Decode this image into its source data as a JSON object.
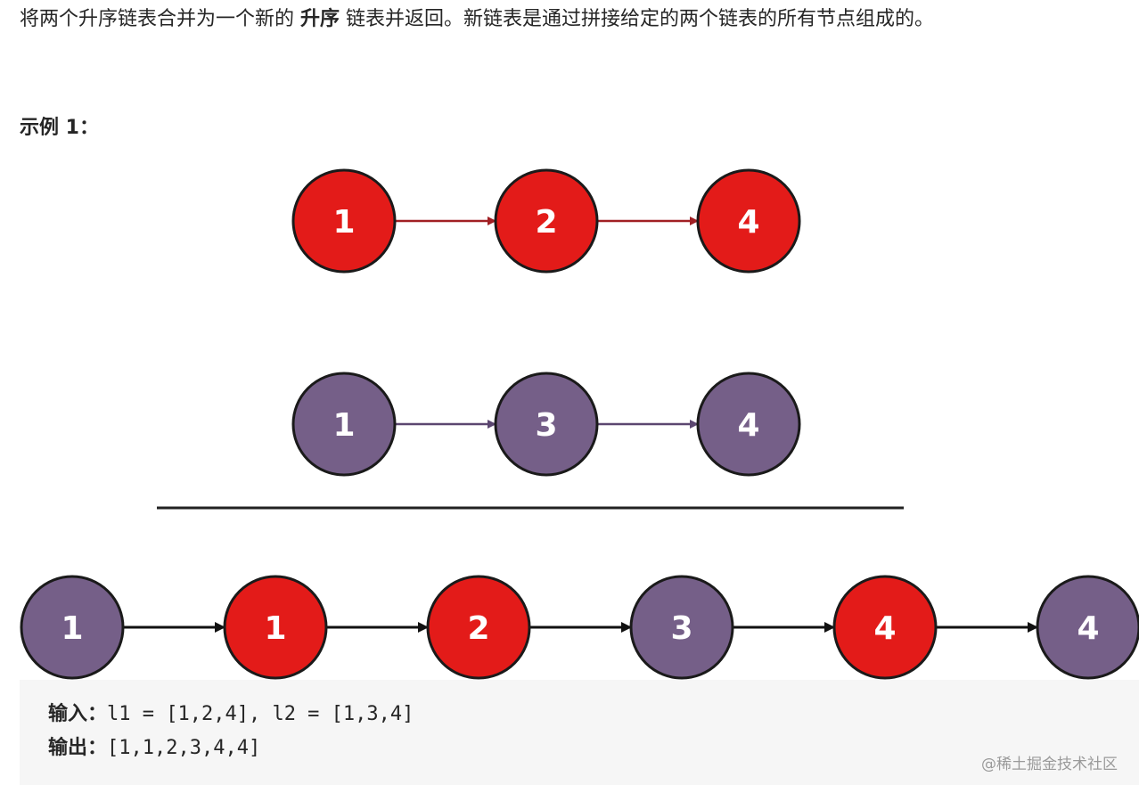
{
  "intro": {
    "before": "将两个升序链表合并为一个新的 ",
    "bold": "升序",
    "after": " 链表并返回。新链表是通过拼接给定的两个链表的所有节点组成的。"
  },
  "example_heading": "示例 1：",
  "colors": {
    "red_node": "#e31b19",
    "purple_node": "#755f88",
    "red_arrow": "#a11f23",
    "purple_arrow": "#5b4670",
    "black_arrow": "#111111",
    "separator": "#222222",
    "node_border": "#1a1a1a"
  },
  "diagram": {
    "list1": [
      "1",
      "2",
      "4"
    ],
    "list2": [
      "1",
      "3",
      "4"
    ],
    "merged": [
      {
        "label": "1",
        "color": "purple"
      },
      {
        "label": "1",
        "color": "red"
      },
      {
        "label": "2",
        "color": "red"
      },
      {
        "label": "3",
        "color": "purple"
      },
      {
        "label": "4",
        "color": "red"
      },
      {
        "label": "4",
        "color": "purple"
      }
    ]
  },
  "code": {
    "input_key": "输入：",
    "input_value": "l1 = [1,2,4], l2 = [1,3,4]",
    "output_key": "输出：",
    "output_value": "[1,1,2,3,4,4]"
  },
  "watermark": "@稀土掘金技术社区"
}
